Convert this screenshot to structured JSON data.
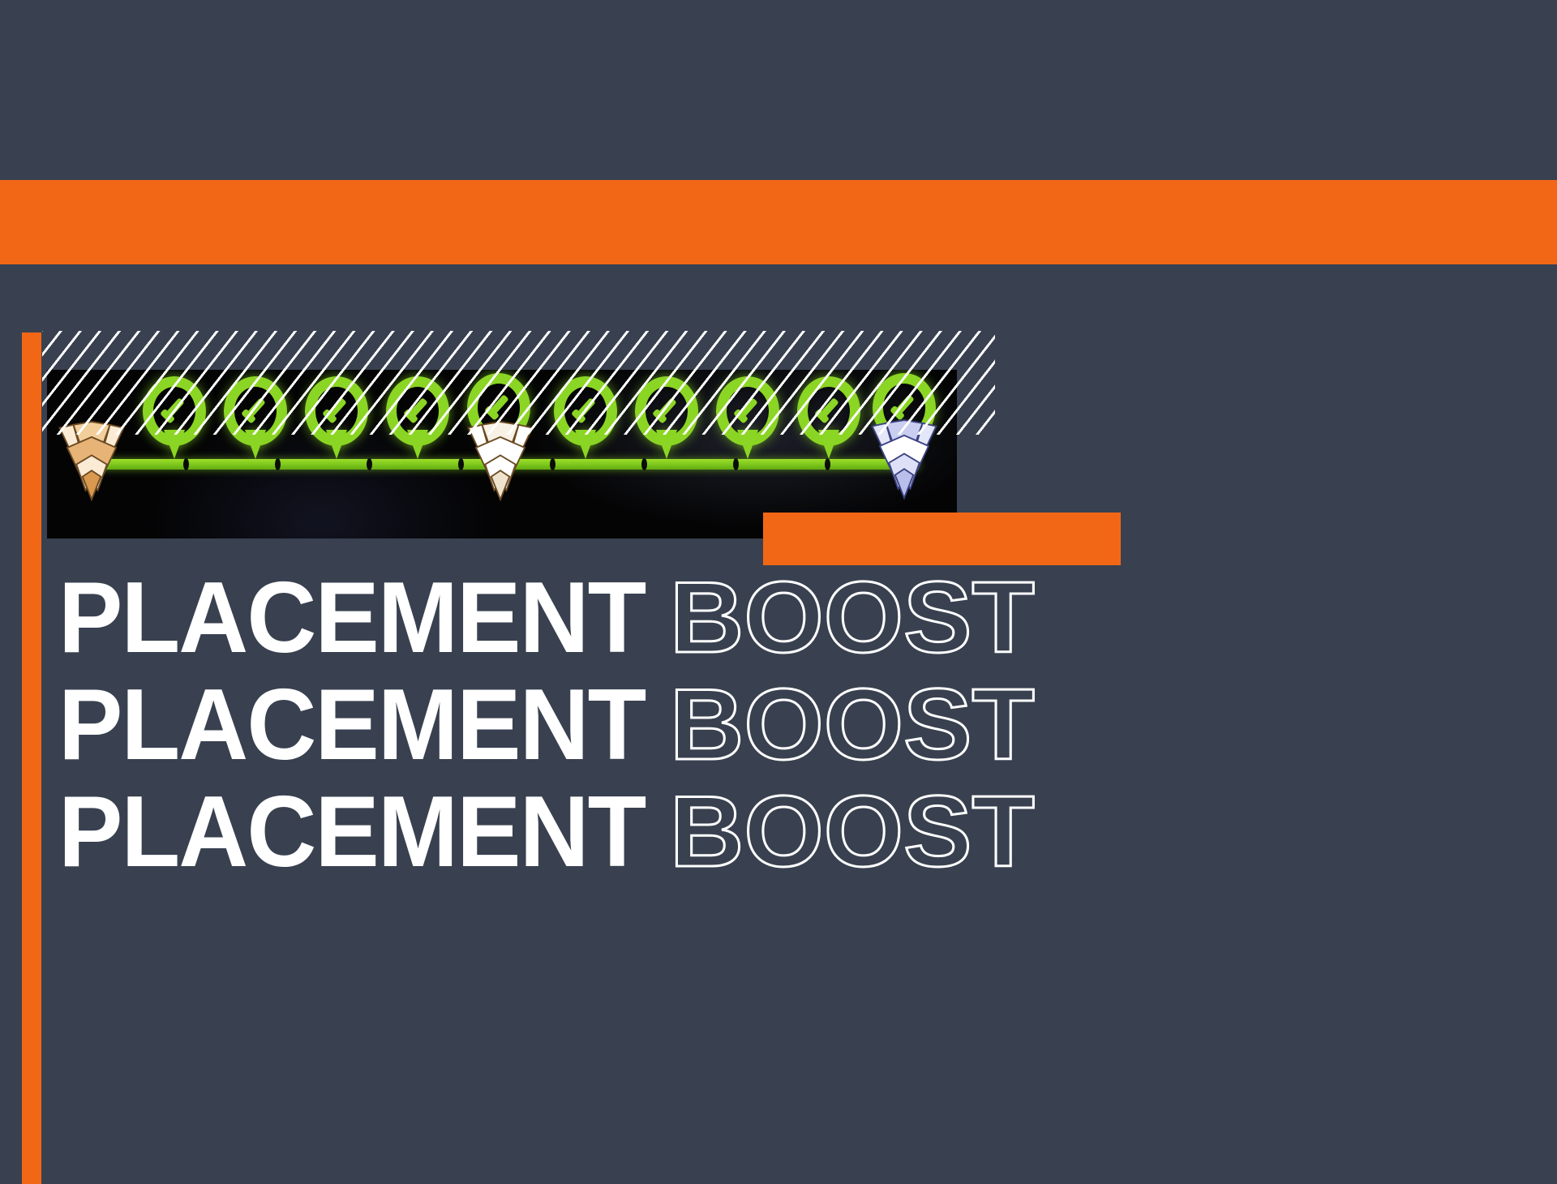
{
  "page": {
    "title": "Placement Boost",
    "background_color": "#394150",
    "accent_color": "#F26716",
    "progress_color": "#8BD524"
  },
  "decor": {
    "top_band_label": "orange-band",
    "left_rail_label": "orange-rail",
    "hatch_label": "diagonal-hatch-overlay",
    "orange_block_label": "orange-block"
  },
  "media": {
    "label": "rank-progression-banner",
    "background_color": "#040405",
    "progress": {
      "track_color": "#8BD524",
      "completed_steps": 10,
      "total_steps": 10,
      "percent": 100,
      "nodes": 9
    },
    "pins": [
      {
        "label": "placement-match-1",
        "state": "complete",
        "icon": "check-icon"
      },
      {
        "label": "placement-match-2",
        "state": "complete",
        "icon": "check-icon"
      },
      {
        "label": "placement-match-3",
        "state": "complete",
        "icon": "check-icon"
      },
      {
        "label": "placement-match-4",
        "state": "complete",
        "icon": "check-icon"
      },
      {
        "label": "placement-match-5",
        "state": "complete",
        "icon": "check-icon"
      },
      {
        "label": "placement-match-6",
        "state": "complete",
        "icon": "check-icon"
      },
      {
        "label": "placement-match-7",
        "state": "complete",
        "icon": "check-icon"
      },
      {
        "label": "placement-match-8",
        "state": "complete",
        "icon": "check-icon"
      },
      {
        "label": "placement-match-9",
        "state": "complete",
        "icon": "check-icon"
      },
      {
        "label": "placement-match-10",
        "state": "complete",
        "icon": "check-icon"
      }
    ],
    "badges": [
      {
        "name": "rank-badge-start",
        "tier": "bronze",
        "color": "#E8B377",
        "highlight": "#FBEBD4"
      },
      {
        "name": "rank-badge-middle",
        "tier": "silver-gold",
        "color": "#F6F0E6",
        "highlight": "#FFFFFF"
      },
      {
        "name": "rank-badge-end",
        "tier": "diamond",
        "color": "#C9CDF0",
        "highlight": "#FFFFFF"
      }
    ]
  },
  "headline": {
    "rows": [
      {
        "solid": "PLACEMENT",
        "outline": "BOOST"
      },
      {
        "solid": "PLACEMENT",
        "outline": "BOOST"
      },
      {
        "solid": "PLACEMENT",
        "outline": "BOOST"
      }
    ]
  }
}
